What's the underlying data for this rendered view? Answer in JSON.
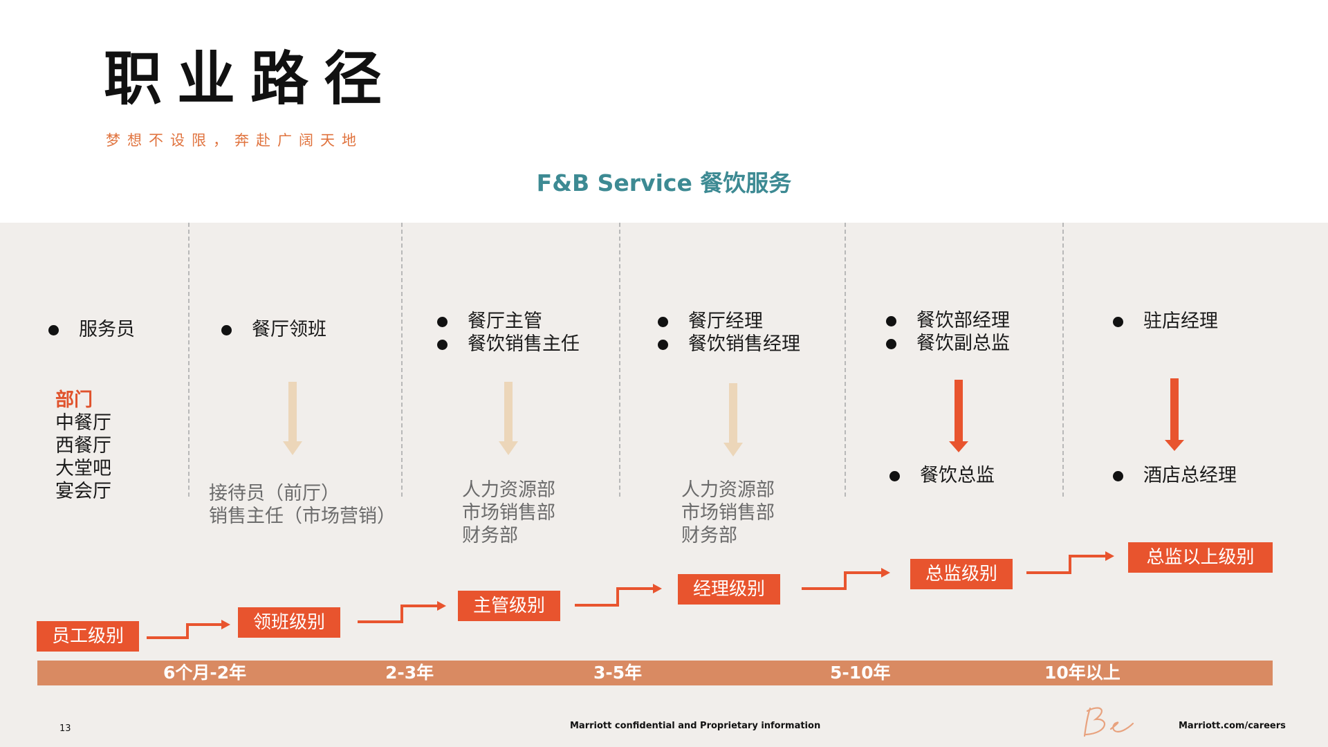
{
  "header": {
    "title": "职业路径",
    "subtitle": "梦想不设限，奔赴广阔天地",
    "section_title": "F&B Service 餐饮服务"
  },
  "columns": [
    {
      "roles": [
        "服务员"
      ],
      "department_title": "部门",
      "departments": [
        "中餐厅",
        "西餐厅",
        "大堂吧",
        "宴会厅"
      ]
    },
    {
      "roles": [
        "餐厅领班"
      ],
      "transfers": [
        "接待员（前厅）",
        "销售主任（市场营销）"
      ]
    },
    {
      "roles": [
        "餐厅主管",
        "餐饮销售主任"
      ],
      "transfers": [
        "人力资源部",
        "市场销售部",
        "财务部"
      ]
    },
    {
      "roles": [
        "餐厅经理",
        "餐饮销售经理"
      ],
      "transfers": [
        "人力资源部",
        "市场销售部",
        "财务部"
      ]
    },
    {
      "roles": [
        "餐饮部经理",
        "餐饮副总监"
      ],
      "next_role": "餐饮总监"
    },
    {
      "roles": [
        "驻店经理"
      ],
      "next_role": "酒店总经理"
    }
  ],
  "levels": [
    "员工级别",
    "领班级别",
    "主管级别",
    "经理级别",
    "总监级别",
    "总监以上级别"
  ],
  "timeline": [
    "6个月-2年",
    "2-3年",
    "3-5年",
    "5-10年",
    "10年以上"
  ],
  "footer": {
    "page_number": "13",
    "confidential": "Marriott confidential and Proprietary information",
    "website": "Marriott.com/careers",
    "signature": "Be"
  },
  "colors": {
    "accent": "#e8542e",
    "teal": "#3d8a93",
    "band": "#f1eeeb",
    "timeline_bar": "#d98a62",
    "light_arrow": "#ecd6b9"
  }
}
